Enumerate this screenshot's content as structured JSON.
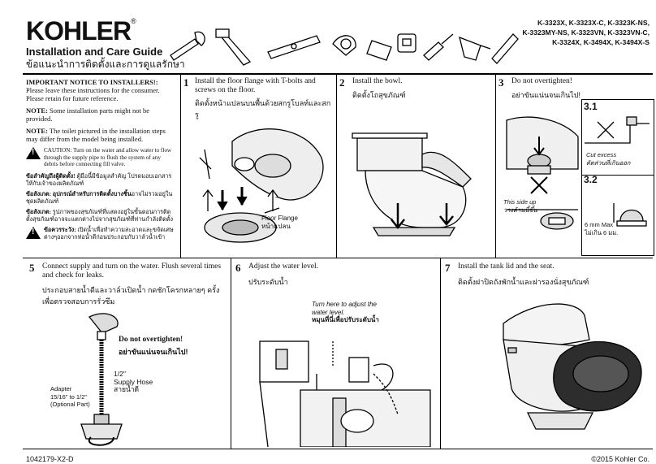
{
  "header": {
    "brand": "KOHLER",
    "title_en": "Installation and Care Guide",
    "title_th": "ข้อแนะนำการติดตั้งและการดูแลรักษา",
    "models": [
      "K-3323X, K-3323X-C, K-3323K-NS,",
      "K-3323MY-NS, K-3323VN, K-3323VN-C,",
      "K-3324X, K-3494X, K-3494X-S"
    ]
  },
  "notice": {
    "heading": "IMPORTANT NOTICE TO INSTALLERS!:",
    "text1": "Please leave these instructions for the consumer. Please retain for future reference.",
    "note1_label": "NOTE:",
    "note1": " Some installation parts might not be provided.",
    "note2_label": "NOTE:",
    "note2": " The toilet pictured in the installation steps may differ from the model being installed.",
    "caution": "CAUTION: Turn on the water and allow water to flow through the supply pipe to flush the system of any debris before connecting fill valve.",
    "th1_label": "ข้อสำคัญถึงผู้ติดตั้ง!",
    "th1": " ตู้มือนี้มีข้อมูลสำคัญ โปรดมอบเอกสารให้กับเจ้าของผลิตภัณฑ์",
    "th2_label": "ข้อสังเกต: อุปกรณ์สำหรับการติดตั้งบางชิ้น",
    "th2": "อาจไม่รวมอยู่ในชุดผลิตภัณฑ์",
    "th3_label": "ข้อสังเกต:",
    "th3": " รูปภาพของสุขภัณฑ์ที่แสดงอยู่ในขั้นตอนการติดตั้งสุขภัณฑ์อาจจะแตกต่างไปจากสุขภัณฑ์ที่ท่านกำลังติดตั้ง",
    "th4_label": "ข้อควรระวัง:",
    "th4": " เปิดน้ำเพื่อทำความสะอาดและขจัดเศษต่างๆออกจากท่อน้ำดีก่อนประกอบกับวาล์วน้ำเข้า"
  },
  "steps": {
    "s1": {
      "num": "1",
      "en": "Install the floor flange with T-bolts and screws on the floor.",
      "th": "ติดตั้งหน้าแปลนบนพื้นด้วยสกรูโบลท์และสกรู",
      "label_en": "Floor Flange",
      "label_th": "หน้าแปลน"
    },
    "s2": {
      "num": "2",
      "en": "Install the bowl.",
      "th": "ติดตั้งโถสุขภัณฑ์"
    },
    "s3": {
      "num": "3",
      "en": "Do not overtighten!",
      "th": "อย่าขันแน่นจนเกินไป!",
      "sub1": "3.1",
      "sub2": "3.2",
      "side_en": "This side up",
      "side_th": "วางด้านนี้ขึ้น",
      "cut_en": "Cut excess",
      "cut_th": "ตัดส่วนที่เกินออก",
      "max_en": "6 mm Max",
      "max_th": "ไม่เกิน 6 มม."
    },
    "s5": {
      "num": "5",
      "en": "Connect supply and turn on the water. Flush several times and check for leaks.",
      "th": "ประกอบสายน้ำดีและวาล์วเปิดน้ำ กดชักโครกหลายๆ ครั้ง เพื่อตรวจสอบการรั่วซึม",
      "warn_en": "Do not overtighten!",
      "warn_th": "อย่าขันแน่นจนเกินไป!",
      "hose_size": "1/2\"",
      "hose_en": "Supply Hose",
      "hose_th": "สายน้ำดี",
      "adapter": "Adapter",
      "adapter_size": "15/16\" to 1/2\"",
      "adapter_opt": "(Optional Part)"
    },
    "s6": {
      "num": "6",
      "en": "Adjust the water level.",
      "th": "ปรับระดับน้ำ",
      "turn_en": "Turn here to adjust the water level.",
      "turn_th": "หมุนที่นี่เพื่อปรับระดับน้ำ"
    },
    "s7": {
      "num": "7",
      "en": "Install the tank lid and the seat.",
      "th": "ติดตั้งฝาปิดถังพักน้ำและฝารองนั่งสุขภัณฑ์"
    }
  },
  "footer": {
    "doc_id": "1042179-X2-D",
    "copyright": "©2015 Kohler Co."
  }
}
